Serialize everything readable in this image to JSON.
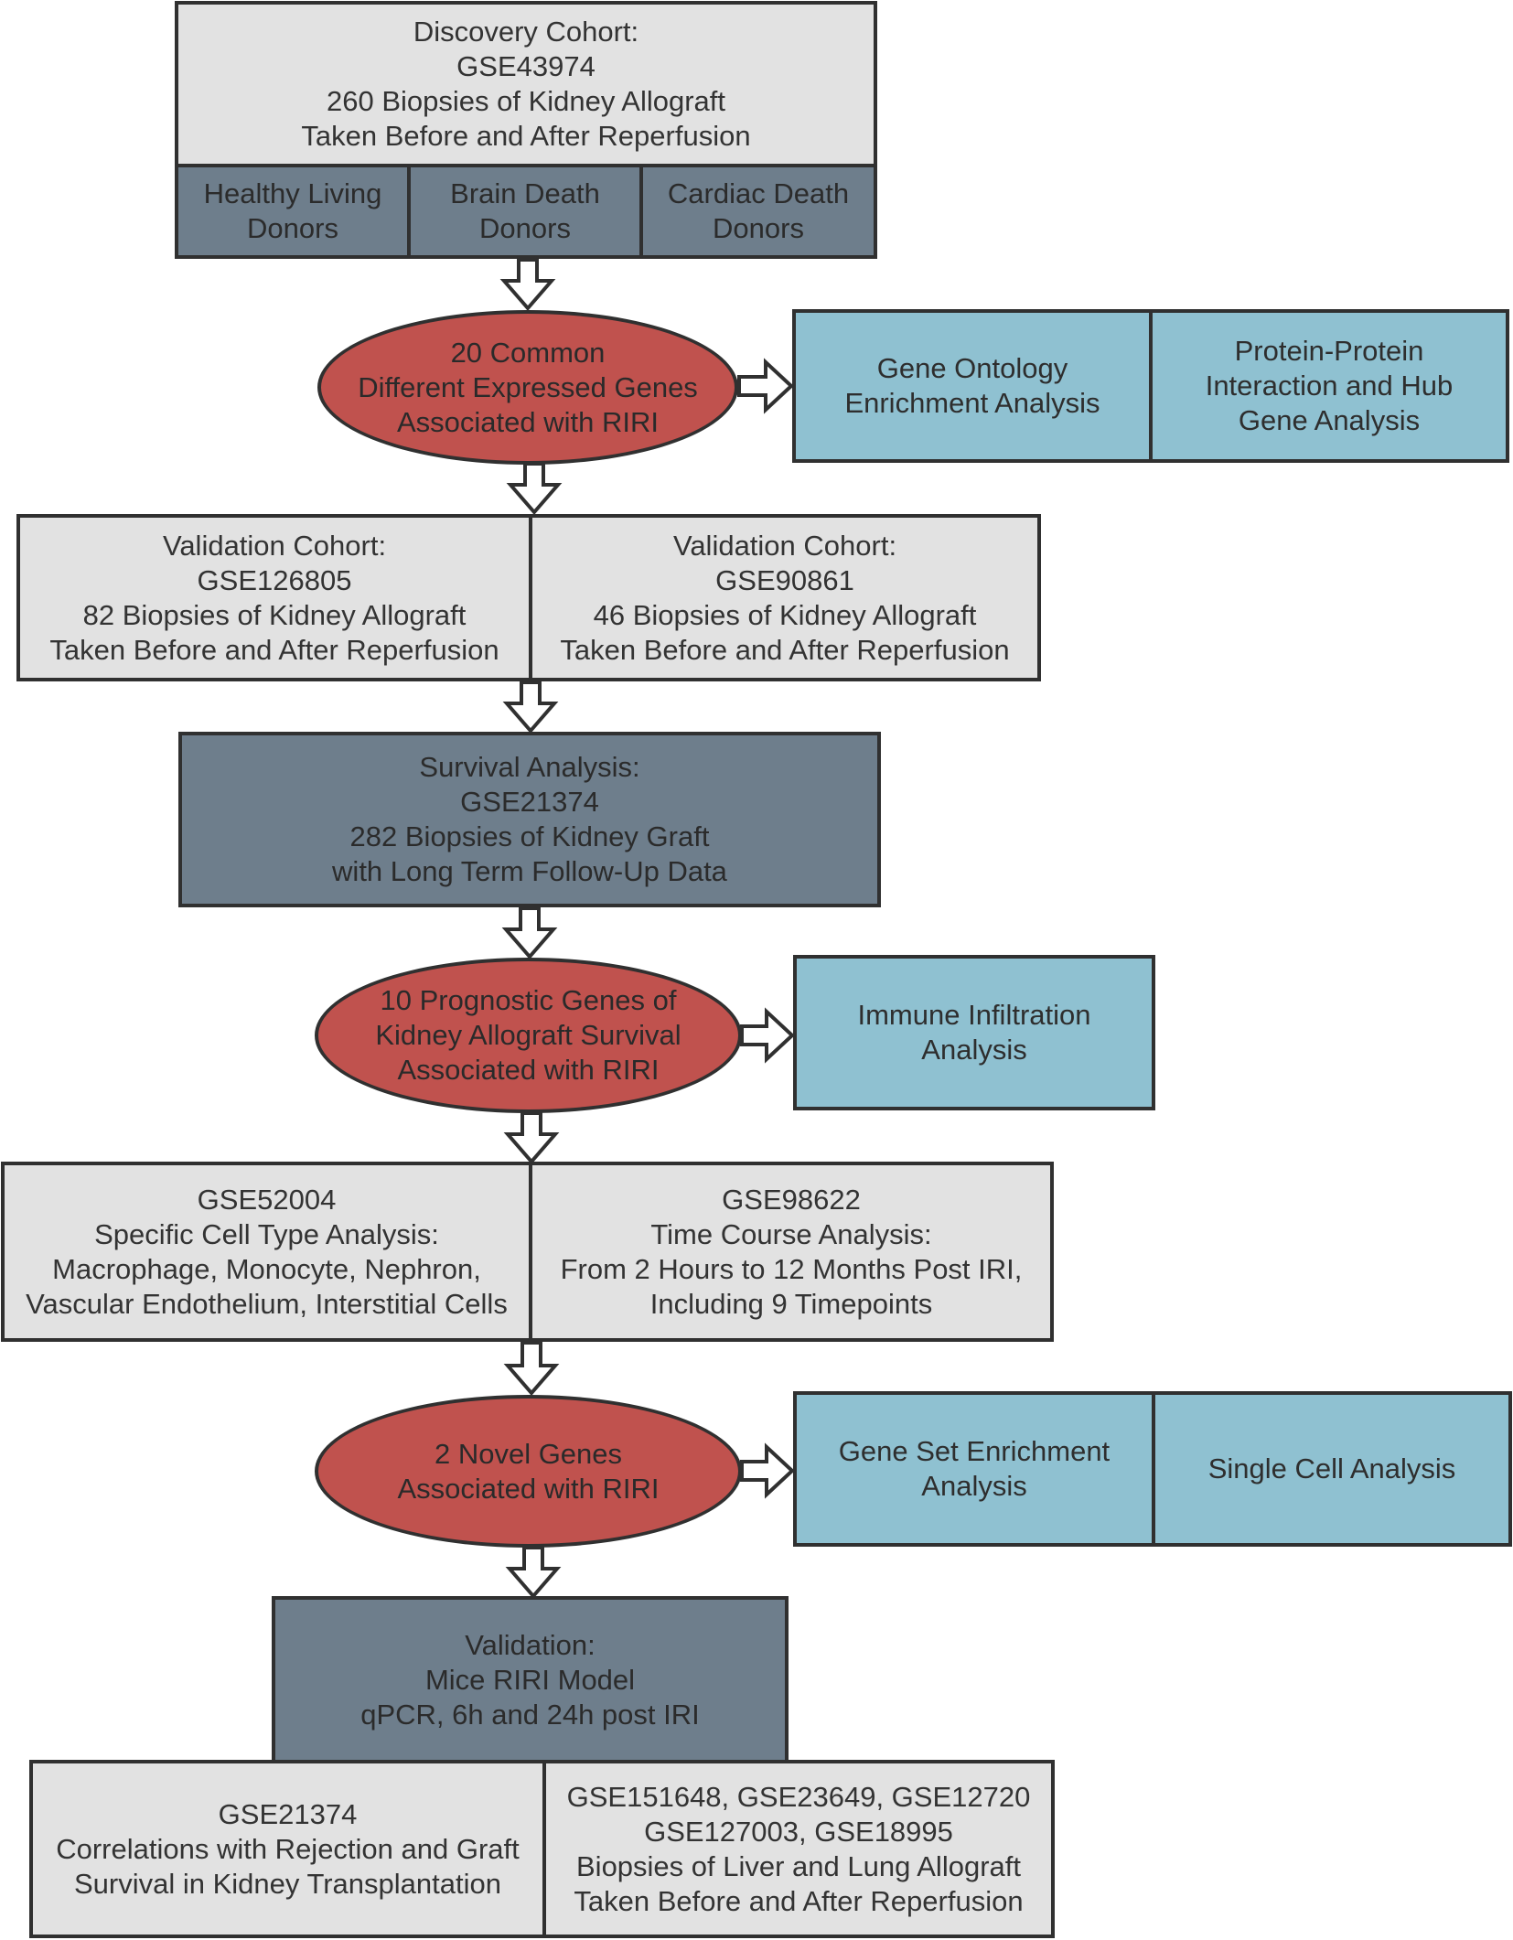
{
  "discovery": {
    "lines": [
      "Discovery Cohort:",
      "GSE43974",
      "260 Biopsies of Kidney Allograft",
      "Taken Before and After Reperfusion"
    ],
    "donors": [
      [
        "Healthy Living",
        "Donors"
      ],
      [
        "Brain Death",
        "Donors"
      ],
      [
        "Cardiac Death",
        "Donors"
      ]
    ]
  },
  "degs": {
    "lines": [
      "20 Common",
      "Different Expressed Genes",
      "Associated with RIRI"
    ]
  },
  "analysis1": {
    "go": [
      "Gene Ontology",
      "Enrichment Analysis"
    ],
    "ppi": [
      "Protein-Protein",
      "Interaction and Hub",
      "Gene Analysis"
    ]
  },
  "validation": {
    "left": [
      "Validation Cohort:",
      "GSE126805",
      "82 Biopsies of Kidney Allograft",
      "Taken Before and After Reperfusion"
    ],
    "right": [
      "Validation Cohort:",
      "GSE90861",
      "46 Biopsies of Kidney Allograft",
      "Taken Before and After Reperfusion"
    ]
  },
  "survival": {
    "lines": [
      "Survival Analysis:",
      "GSE21374",
      "282 Biopsies of Kidney Graft",
      "with Long Term Follow-Up Data"
    ]
  },
  "prognostic": {
    "lines": [
      "10 Prognostic Genes of",
      "Kidney Allograft Survival",
      "Associated with RIRI"
    ]
  },
  "immune": {
    "lines": [
      "Immune Infiltration",
      "Analysis"
    ]
  },
  "celltype": {
    "left": [
      "GSE52004",
      "Specific Cell Type Analysis:",
      "Macrophage, Monocyte, Nephron,",
      "Vascular Endothelium, Interstitial Cells"
    ],
    "right": [
      "GSE98622",
      "Time Course Analysis:",
      "From 2 Hours to 12 Months Post IRI,",
      "Including 9 Timepoints"
    ]
  },
  "novel": {
    "lines": [
      "2 Novel Genes",
      "Associated with RIRI"
    ]
  },
  "analysis2": {
    "gsea": [
      "Gene Set Enrichment",
      "Analysis"
    ],
    "single": [
      "Single Cell Analysis"
    ]
  },
  "mice": {
    "lines": [
      "Validation:",
      "Mice RIRI Model",
      "qPCR, 6h and 24h post IRI"
    ]
  },
  "final": {
    "left": [
      "GSE21374",
      "Correlations with Rejection and Graft",
      "Survival in Kidney Transplantation"
    ],
    "right": [
      "GSE151648, GSE23649, GSE12720",
      "GSE127003, GSE18995",
      "Biopsies of Liver and Lung Allograft",
      "Taken Before and After Reperfusion"
    ]
  },
  "colors": {
    "light_box": "#e2e2e2",
    "dark_box": "#6e7e8c",
    "blue_box": "#8fc1d1",
    "ellipse": "#c0524e",
    "border": "#303030"
  }
}
